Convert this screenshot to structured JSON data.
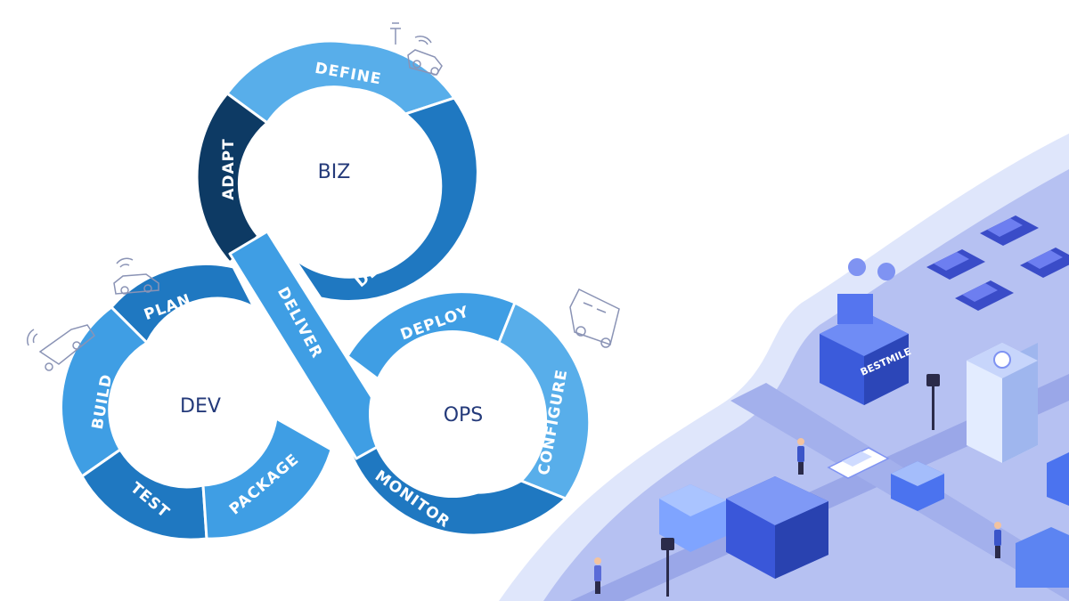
{
  "hubs": {
    "biz": "BIZ",
    "dev": "DEV",
    "ops": "OPS"
  },
  "segments": {
    "define": "DEFINE",
    "design": "DESIGN",
    "adapt": "ADAPT",
    "plan": "PLAN",
    "build": "BUILD",
    "test": "TEST",
    "package": "PACKAGE",
    "deliver": "DELIVER",
    "deploy": "DEPLOY",
    "configure": "CONFIGURE",
    "monitor": "MONITOR"
  },
  "city": {
    "sign": "BESTMILE"
  },
  "colors": {
    "dark": "#0d3a64",
    "mid": "#1f78c1",
    "light": "#3f9ee4",
    "lighter": "#58aeea",
    "hub_text": "#243a7a"
  }
}
